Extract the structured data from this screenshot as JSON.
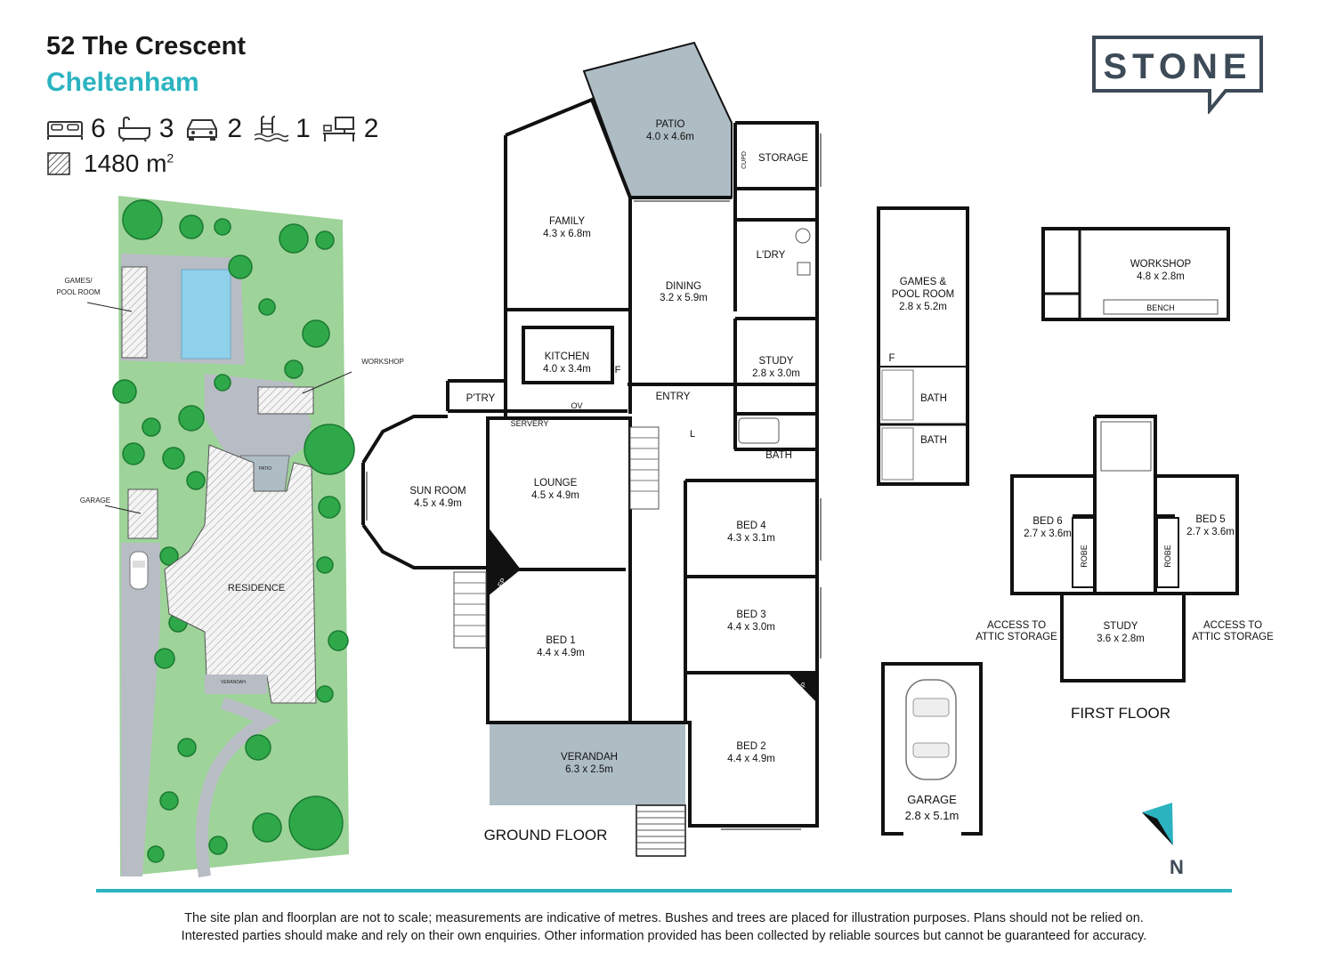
{
  "header": {
    "address": "52 The Crescent",
    "suburb": "Cheltenham",
    "stats": [
      {
        "icon": "bed-icon",
        "value": "6"
      },
      {
        "icon": "bath-icon",
        "value": "3"
      },
      {
        "icon": "car-icon",
        "value": "2"
      },
      {
        "icon": "pool-icon",
        "value": "1"
      },
      {
        "icon": "desk-icon",
        "value": "2"
      }
    ],
    "land_size": "1480 m",
    "land_unit_sup": "2"
  },
  "brand": {
    "name": "STONE",
    "color": "#3d4a57"
  },
  "colors": {
    "accent": "#2bb3c0",
    "lawn": "#9ed39a",
    "paving": "#b8bcc4",
    "outdoor": "#aebcc4",
    "wall": "#111111"
  },
  "site_plan": {
    "labels": {
      "games": "GAMES/",
      "games2": "POOL ROOM",
      "workshop": "WORKSHOP",
      "garage": "GARAGE",
      "residence": "RESIDENCE",
      "patio": "PATIO",
      "verandah": "VERANDAH"
    }
  },
  "ground_floor": {
    "title": "GROUND FLOOR",
    "rooms": {
      "patio": {
        "name": "PATIO",
        "dim": "4.0 x 4.6m"
      },
      "storage": {
        "name": "STORAGE"
      },
      "cupd": {
        "name": "CUPD"
      },
      "family": {
        "name": "FAMILY",
        "dim": "4.3 x 6.8m"
      },
      "dining": {
        "name": "DINING",
        "dim": "3.2 x 5.9m"
      },
      "laundry": {
        "name": "L'DRY"
      },
      "kitchen": {
        "name": "KITCHEN",
        "dim": "4.0 x 3.4m"
      },
      "pantry": {
        "name": "P'TRY"
      },
      "entry": {
        "name": "ENTRY"
      },
      "study": {
        "name": "STUDY",
        "dim": "2.8 x 3.0m"
      },
      "servery": {
        "name": "SERVERY"
      },
      "ov": {
        "name": "OV"
      },
      "f1": {
        "name": "F"
      },
      "l": {
        "name": "L"
      },
      "bath": {
        "name": "BATH"
      },
      "sunroom": {
        "name": "SUN ROOM",
        "dim": "4.5 x 4.9m"
      },
      "lounge": {
        "name": "LOUNGE",
        "dim": "4.5 x 4.9m"
      },
      "bed4": {
        "name": "BED 4",
        "dim": "4.3 x 3.1m"
      },
      "bed3": {
        "name": "BED 3",
        "dim": "4.4 x 3.0m"
      },
      "bed1": {
        "name": "BED 1",
        "dim": "4.4 x 4.9m"
      },
      "bed2": {
        "name": "BED 2",
        "dim": "4.4 x 4.9m"
      },
      "verandah": {
        "name": "VERANDAH",
        "dim": "6.3 x 2.5m"
      },
      "fp": {
        "name": "FP"
      }
    }
  },
  "games_room": {
    "name": "GAMES &",
    "name2": "POOL ROOM",
    "dim": "2.8 x 5.2m",
    "f": "F",
    "bath1": "BATH",
    "bath2": "BATH"
  },
  "workshop": {
    "name": "WORKSHOP",
    "dim": "4.8 x 2.8m",
    "bench": "BENCH"
  },
  "garage": {
    "name": "GARAGE",
    "dim": "2.8 x 5.1m"
  },
  "first_floor": {
    "title": "FIRST FLOOR",
    "bed6": {
      "name": "BED 6",
      "dim": "2.7 x 3.6m"
    },
    "bed5": {
      "name": "BED 5",
      "dim": "2.7 x 3.6m"
    },
    "robe": "ROBE",
    "study": {
      "name": "STUDY",
      "dim": "3.6 x 2.8m"
    },
    "access_left": {
      "l1": "ACCESS TO",
      "l2": "ATTIC STORAGE"
    },
    "access_right": {
      "l1": "ACCESS TO",
      "l2": "ATTIC STORAGE"
    }
  },
  "compass": {
    "label": "N"
  },
  "disclaimer": {
    "line1": "The site plan and floorplan are not to scale; measurements are indicative of metres. Bushes and trees are placed for illustration purposes. Plans should not be relied on.",
    "line2": "Interested parties should make and rely on their own enquiries. Other information provided has been collected by reliable sources but cannot be guaranteed for accuracy."
  }
}
